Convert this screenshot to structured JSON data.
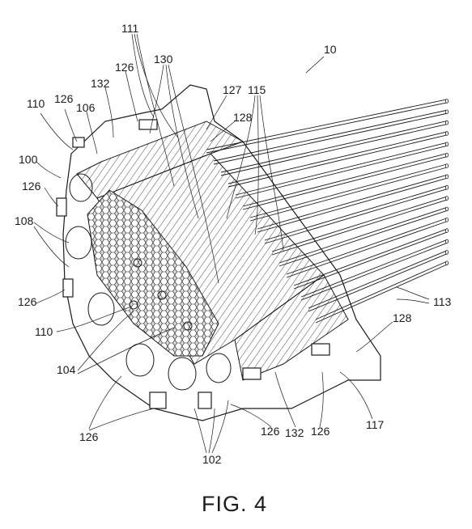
{
  "figure": {
    "caption": "FIG. 4",
    "reference_labels": {
      "r10": "10",
      "r111": "111",
      "r130": "130",
      "r126_top": "126",
      "r132_top": "132",
      "r127": "127",
      "r115": "115",
      "r110_top": "110",
      "r126_tl": "126",
      "r106": "106",
      "r128_top": "128",
      "r100": "100",
      "r126_left": "126",
      "r108": "108",
      "r126_mid": "126",
      "r110_bot": "110",
      "r104": "104",
      "r113": "113",
      "r128_right": "128",
      "r126_bl": "126",
      "r126_bot": "126",
      "r132_bot": "132",
      "r126_br": "126",
      "r117": "117",
      "r102": "102"
    }
  }
}
